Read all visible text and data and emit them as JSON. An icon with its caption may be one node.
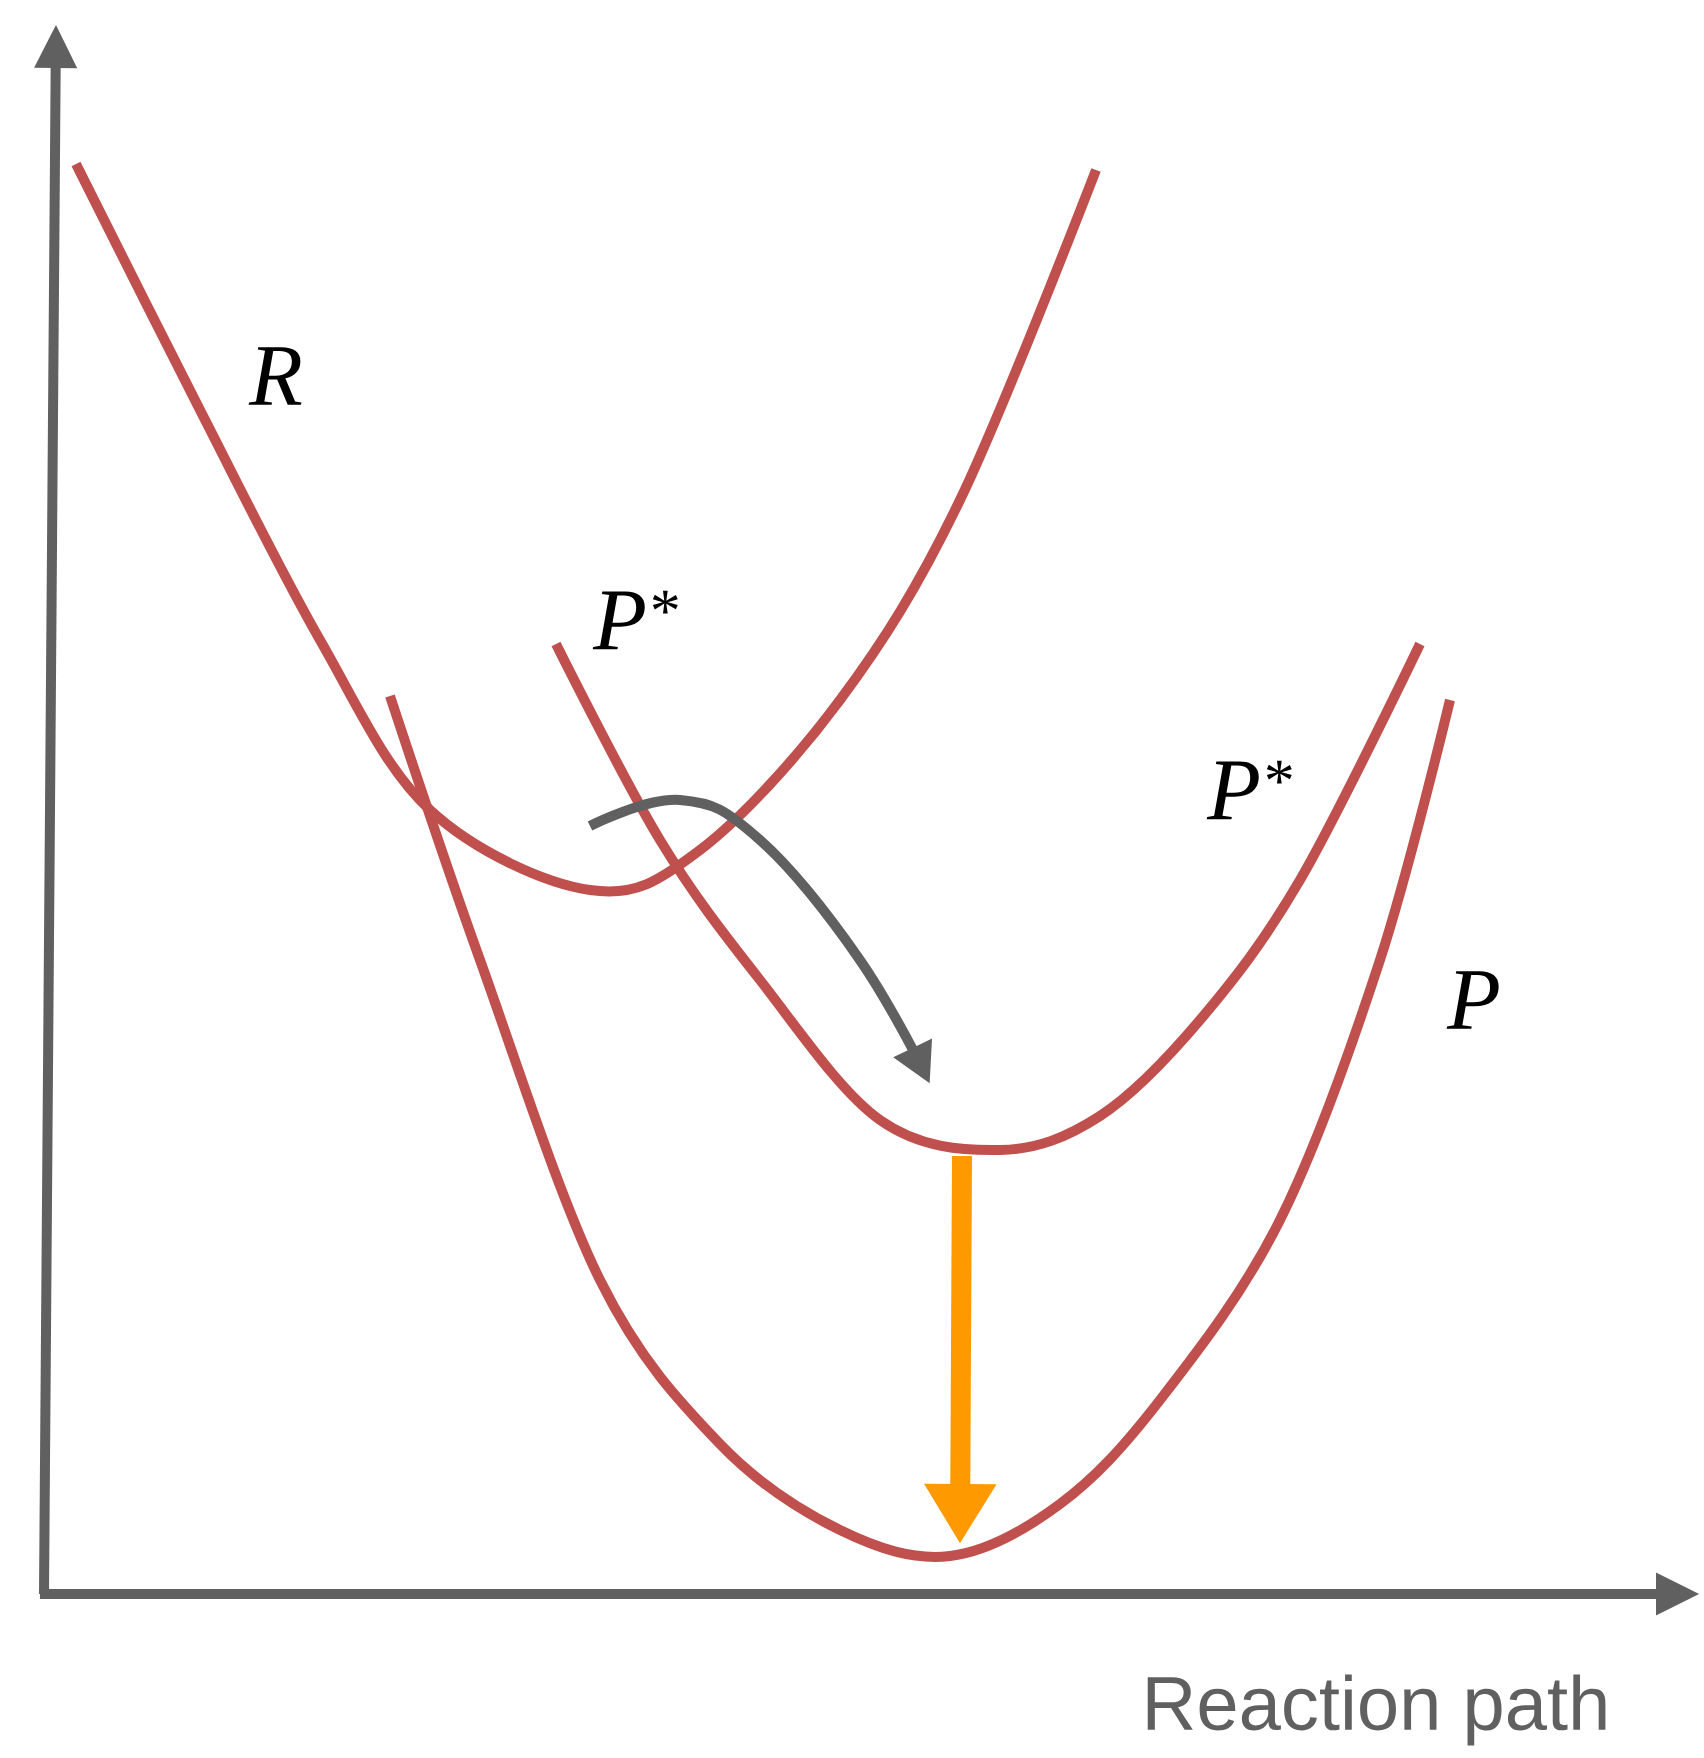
{
  "diagram": {
    "labels": [
      "R",
      "P$^{*}$",
      "P$^{*}$",
      "P",
      "Reaction path"
    ]
  }
}
